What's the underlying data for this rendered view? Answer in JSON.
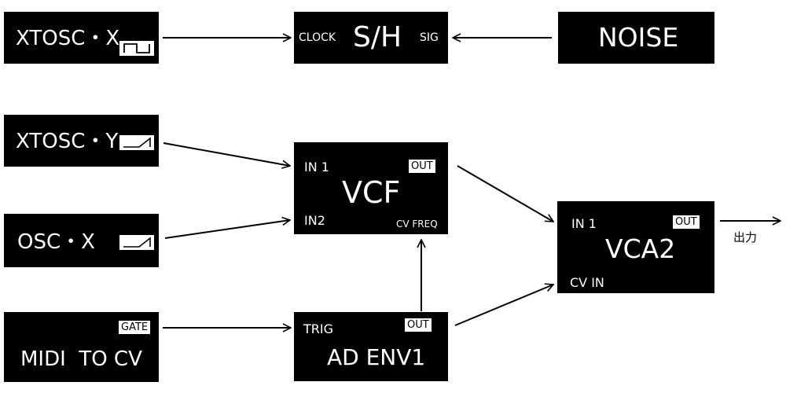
{
  "nodes": {
    "xtosc_x": {
      "label": "XTOSC・X",
      "wave": "square-wave-icon"
    },
    "sample_hold": {
      "label": "S/H",
      "port_clock": "CLOCK",
      "port_sig": "SIG"
    },
    "noise": {
      "label": "NOISE"
    },
    "xtosc_y": {
      "label": "XTOSC・Y",
      "wave": "sawtooth-wave-icon"
    },
    "osc_x": {
      "label": "OSC・X",
      "wave": "sawtooth-wave-icon"
    },
    "vcf": {
      "label": "VCF",
      "port_in1": "IN 1",
      "port_in2": "IN2",
      "port_out": "OUT",
      "port_cv": "CV FREQ"
    },
    "midi_to_cv": {
      "label": "MIDI  TO CV",
      "port_gate": "GATE"
    },
    "ad_env1": {
      "label": "AD ENV1",
      "port_trig": "TRIG",
      "port_out": "OUT"
    },
    "vca2": {
      "label": "VCA2",
      "port_in1": "IN 1",
      "port_out": "OUT",
      "port_cv": "CV IN"
    }
  },
  "output_label": "出力",
  "colors": {
    "box": "#000000",
    "wire": "#000000",
    "background": "#ffffff"
  }
}
